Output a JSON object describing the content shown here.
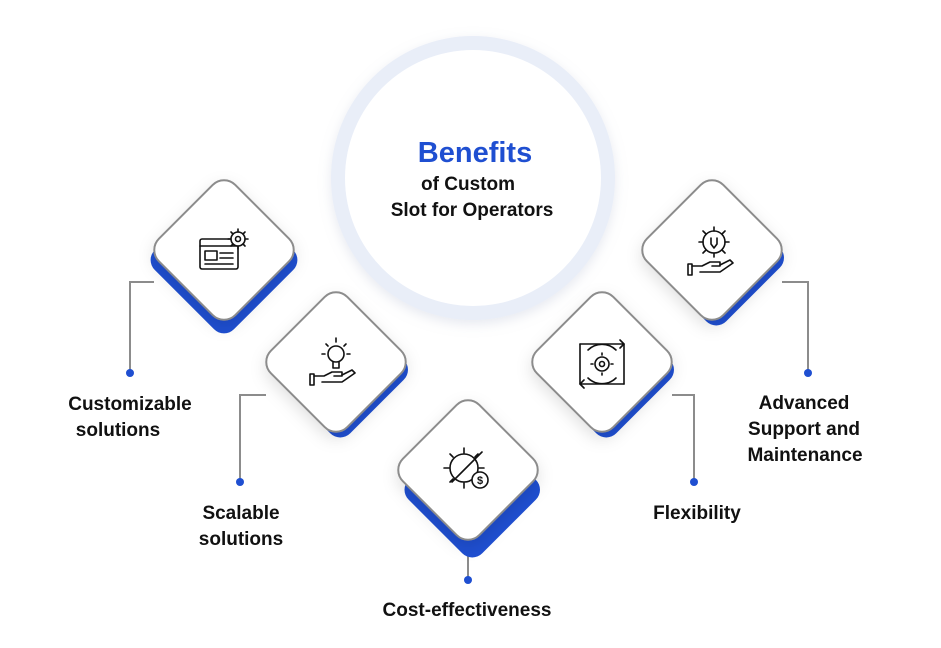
{
  "center": {
    "title": "Benefits",
    "subtitle_line1": "of Custom",
    "subtitle_line2": "Slot for Operators"
  },
  "colors": {
    "accent": "#1f4fd1",
    "card_border": "#8c8c8c",
    "ring": "#e6ebf5",
    "text": "#111111"
  },
  "benefits": [
    {
      "icon": "browser-settings-icon",
      "label_lines": [
        "Customizable",
        "solutions"
      ]
    },
    {
      "icon": "hand-lightbulb-icon",
      "label_lines": [
        "Scalable",
        "solutions"
      ]
    },
    {
      "icon": "gear-dollar-icon",
      "label_lines": [
        "Cost-effectiveness"
      ]
    },
    {
      "icon": "gear-cycle-arrows-icon",
      "label_lines": [
        "Flexibility"
      ]
    },
    {
      "icon": "hand-gear-wrench-icon",
      "label_lines": [
        "Advanced",
        "Support and",
        "Maintenance"
      ]
    }
  ]
}
